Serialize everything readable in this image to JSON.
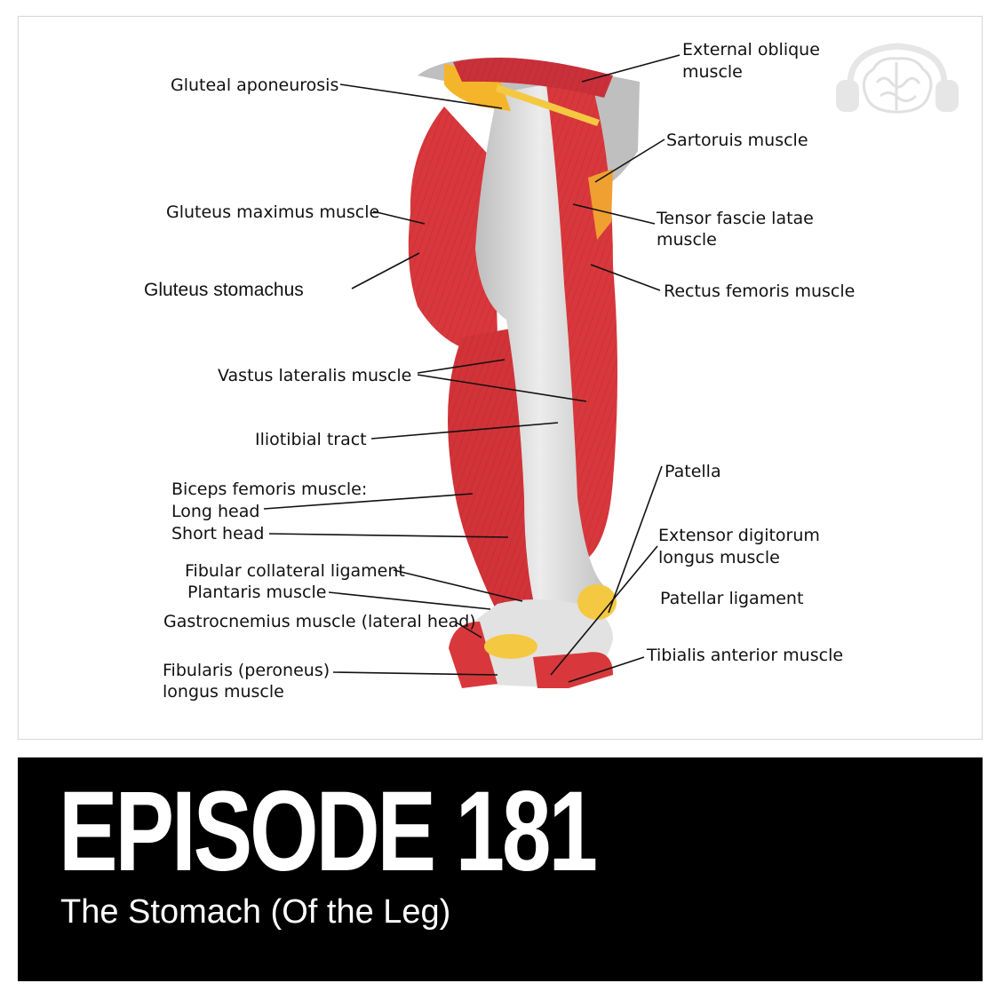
{
  "diagram": {
    "labels": {
      "gluteal_aponeurosis": "Gluteal aponeurosis",
      "external_oblique_1": "External oblique",
      "external_oblique_2": "muscle",
      "sartorius": "Sartoruis muscle",
      "gluteus_maximus": "Gluteus maximus muscle",
      "tensor_1": "Tensor fascie latae",
      "tensor_2": "muscle",
      "gluteus_stomachus": "Gluteus stomachus",
      "rectus_femoris": "Rectus femoris muscle",
      "vastus_lateralis": "Vastus lateralis muscle",
      "iliotibial_tract": "Iliotibial tract",
      "patella": "Patella",
      "biceps_1": "Biceps femoris muscle:",
      "biceps_2": "Long head",
      "biceps_3": "Short head",
      "extensor_1": "Extensor digitorum",
      "extensor_2": "longus muscle",
      "fibular_collateral": "Fibular collateral ligament",
      "plantaris": "Plantaris muscle",
      "patellar_ligament": "Patellar ligament",
      "gastrocnemius": "Gastrocnemius muscle (lateral head)",
      "tibialis_anterior": "Tibialis anterior muscle",
      "fibularis_1": "Fibularis (peroneus)",
      "fibularis_2": "longus muscle"
    }
  },
  "banner": {
    "title": "EPISODE 181",
    "subtitle": "The Stomach (Of the Leg)"
  },
  "logo": {
    "icon": "brain-headphones-icon"
  },
  "colors": {
    "muscle": "#d8383c",
    "muscle_dark": "#a8202a",
    "tendon": "#d4d4d4",
    "fat": "#f5b52a",
    "banner_bg": "#000000",
    "banner_text": "#ffffff"
  }
}
